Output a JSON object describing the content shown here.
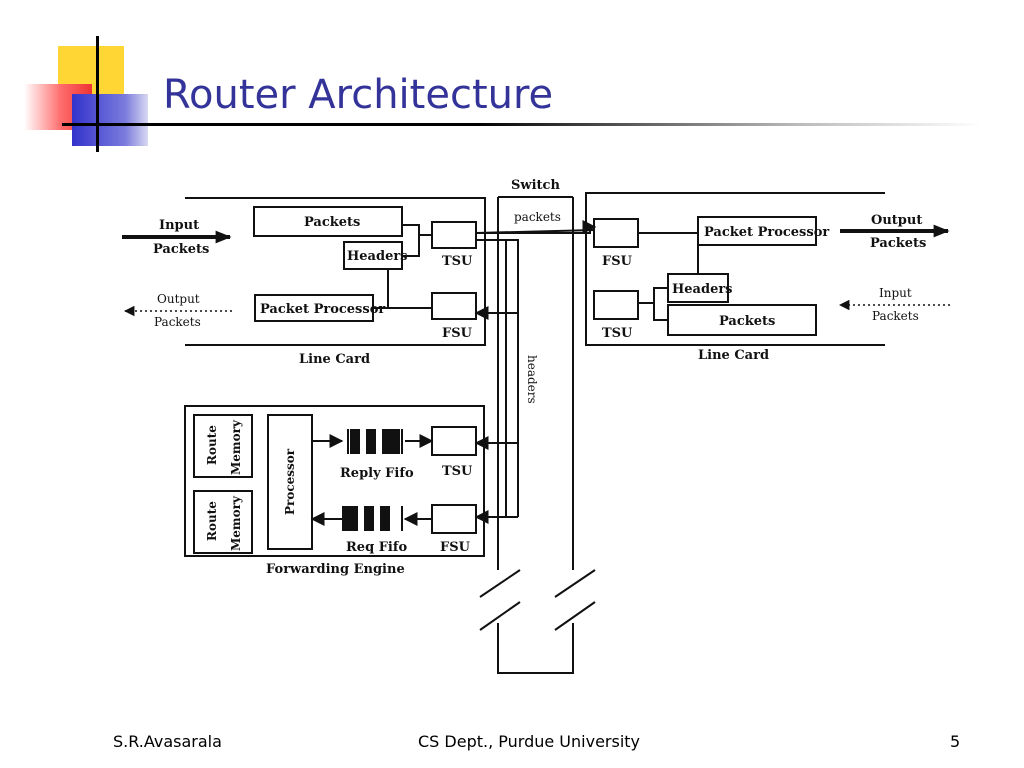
{
  "slide": {
    "title": "Router Architecture",
    "footer_left": "S.R.Avasarala",
    "footer_center": "CS Dept., Purdue University",
    "page_number": "5"
  },
  "diagram": {
    "switch_label": "Switch",
    "switch_packets": "packets",
    "switch_headers": "headers",
    "left_card": {
      "input_label": "Input",
      "input_packets": "Packets",
      "output_label": "Output",
      "output_packets": "Packets",
      "packets": "Packets",
      "headers": "Headers",
      "tsu": "TSU",
      "packet_processor": "Packet Processor",
      "fsu": "FSU",
      "caption": "Line Card"
    },
    "right_card": {
      "output_label": "Output",
      "output_packets": "Packets",
      "input_label": "Input",
      "input_packets": "Packets",
      "fsu": "FSU",
      "packet_processor": "Packet Processor",
      "headers": "Headers",
      "packets": "Packets",
      "tsu": "TSU",
      "caption": "Line Card"
    },
    "forwarding_engine": {
      "route": "Route",
      "memory": "Memory",
      "processor": "Processor",
      "reply_fifo": "Reply Fifo",
      "req_fifo": "Req Fifo",
      "tsu": "TSU",
      "fsu": "FSU",
      "caption": "Forwarding Engine"
    }
  }
}
